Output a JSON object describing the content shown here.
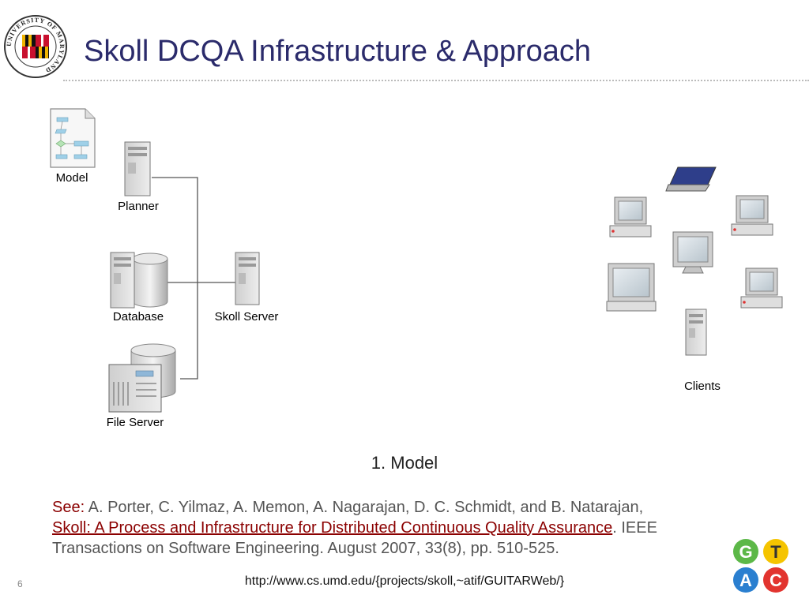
{
  "slide": {
    "title": "Skoll DCQA Infrastructure & Approach",
    "page_number": "6",
    "url": "http://www.cs.umd.edu/{projects/skoll,~atif/GUITARWeb/}"
  },
  "diagram": {
    "nodes": {
      "model": "Model",
      "planner": "Planner",
      "database": "Database",
      "skoll_server": "Skoll Server",
      "file_server": "File Server",
      "clients": "Clients"
    }
  },
  "caption": "1. Model",
  "citation": {
    "see_label": "See:",
    "authors": "A. Porter, C. Yilmaz, A. Memon, A. Nagarajan, D. C. Schmidt, and B. Natarajan,",
    "paper_title": "Skoll: A Process and Infrastructure for Distributed Continuous Quality Assurance",
    "venue": ". IEEE Transactions on Software Engineering.  August 2007, 33(8), pp. 510-525."
  },
  "logos": {
    "university_seal_text": "UNIVERSITY OF MARYLAND",
    "gtac": [
      "G",
      "T",
      "A",
      "C"
    ]
  },
  "colors": {
    "title": "#2b2b6b",
    "accent_red": "#8b0000",
    "gtac_green": "#5cb848",
    "gtac_yellow": "#f5c400",
    "gtac_blue": "#2a7fd0",
    "gtac_red": "#e2342f"
  }
}
